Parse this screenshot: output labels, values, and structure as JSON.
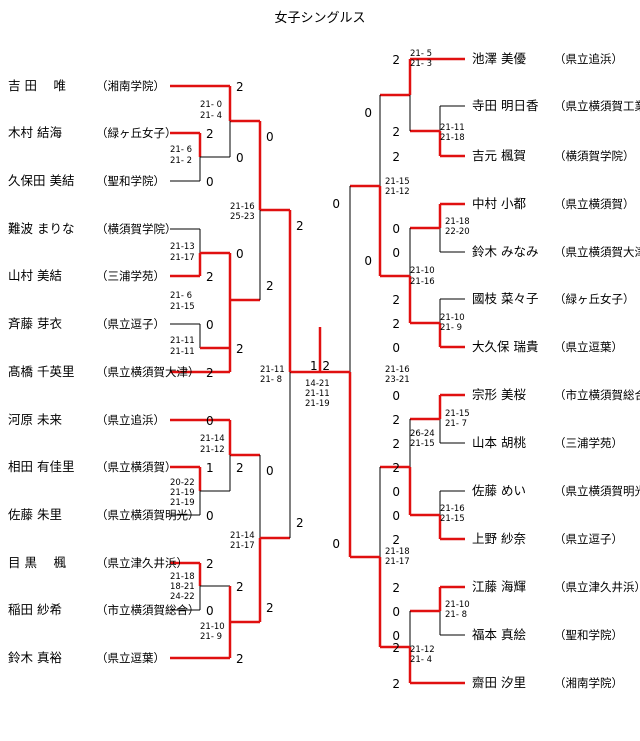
{
  "title": "女子シングルス",
  "left_players": [
    {
      "name": "吉 田　 唯",
      "school": "（湘南学院）"
    },
    {
      "name": "木村  結海",
      "school": "（緑ヶ丘女子）"
    },
    {
      "name": "久保田 美結",
      "school": "（聖和学院）"
    },
    {
      "name": "難波 まりな",
      "school": "（横須賀学院）"
    },
    {
      "name": "山村  美結",
      "school": "（三浦学苑）"
    },
    {
      "name": "斉藤  芽衣",
      "school": "（県立逗子）"
    },
    {
      "name": "髙橋  千英里",
      "school": "（県立横須賀大津）"
    },
    {
      "name": "河原  未来",
      "school": "（県立追浜）"
    },
    {
      "name": "相田 有佳里",
      "school": "（県立横須賀）"
    },
    {
      "name": "佐藤  朱里",
      "school": "（県立横須賀明光）"
    },
    {
      "name": "目 黒　 楓",
      "school": "（県立津久井浜）"
    },
    {
      "name": "稲田  紗希",
      "school": "（市立横須賀総合）"
    },
    {
      "name": "鈴木  真裕",
      "school": "（県立逗葉）"
    }
  ],
  "right_players": [
    {
      "name": "池澤  美優",
      "school": "（県立追浜）"
    },
    {
      "name": "寺田 明日香",
      "school": "（県立横須賀工業）"
    },
    {
      "name": "吉元  楓賀",
      "school": "（横須賀学院）"
    },
    {
      "name": "中村  小都",
      "school": "（県立横須賀）"
    },
    {
      "name": "鈴木 みなみ",
      "school": "（県立横須賀大津）"
    },
    {
      "name": "國枝  菜々子",
      "school": "（緑ヶ丘女子）"
    },
    {
      "name": "大久保 瑞貴",
      "school": "（県立逗葉）"
    },
    {
      "name": "宗形  美桜",
      "school": "（市立横須賀総合）"
    },
    {
      "name": "山本  胡桃",
      "school": "（三浦学苑）"
    },
    {
      "name": "佐藤  めい",
      "school": "（県立横須賀明光）"
    },
    {
      "name": "上野  紗奈",
      "school": "（県立逗子）"
    },
    {
      "name": "江藤  海輝",
      "school": "（県立津久井浜）"
    },
    {
      "name": "福本  真絵",
      "school": "（聖和学院）"
    },
    {
      "name": "齋田  汐里",
      "school": "（湘南学院）"
    }
  ],
  "scores": [
    "2",
    "2",
    "0",
    "0",
    "0",
    "2",
    "0",
    "2",
    "2",
    "0",
    "2",
    "2",
    "2",
    "0",
    "1",
    "2",
    "0",
    "2",
    "2",
    "0",
    "2",
    "0",
    "2",
    "1",
    "2",
    "1",
    "2",
    "0",
    "0",
    "2",
    "2",
    "2",
    "0",
    "0",
    "2",
    "2",
    "0",
    "0",
    "2",
    "2",
    "2",
    "0",
    "0",
    "2",
    "2",
    "0",
    "0",
    "2",
    "2",
    "0",
    "0",
    "2",
    "2",
    "2",
    "0",
    "2"
  ],
  "games": [
    "21- 0",
    "21- 4",
    "21- 6",
    "21- 2",
    "21-16",
    "25-23",
    "21-13",
    "21-17",
    "21- 6",
    "21-15",
    "21-11",
    "21-11",
    "21-14",
    "21-12",
    "20-22",
    "21-19",
    "21-19",
    "21-18",
    "18-21",
    "24-22",
    "21-10",
    "21- 9",
    "21-14",
    "21-17",
    "21-11",
    "21- 8",
    "14-21",
    "21-11",
    "21-19",
    "21- 5",
    "21- 3",
    "21-11",
    "21-18",
    "21-15",
    "21-12",
    "21-18",
    "22-20",
    "21-10",
    "21-16",
    "21-10",
    "21- 9",
    "21-16",
    "23-21",
    "21-15",
    "21- 7",
    "26-24",
    "21-15",
    "21-16",
    "21-15",
    "21-18",
    "21-17",
    "21-10",
    "21- 8",
    "21-12",
    "21- 4"
  ]
}
